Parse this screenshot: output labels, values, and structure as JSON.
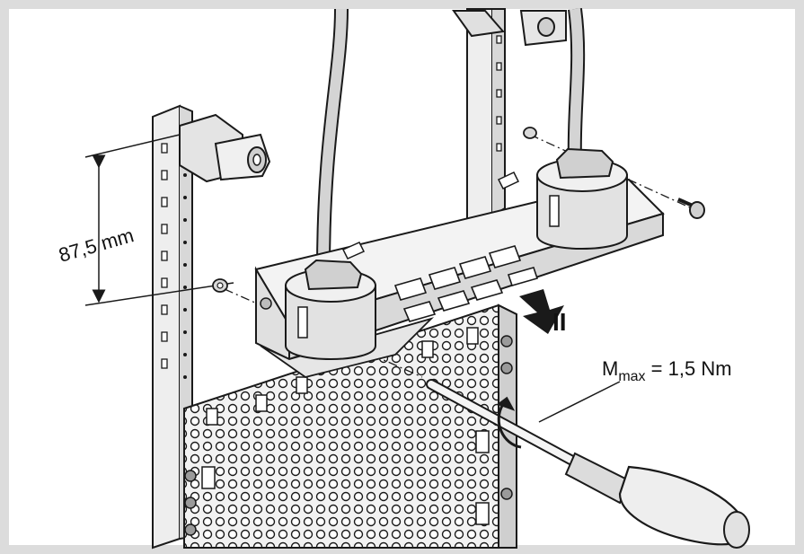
{
  "diagram": {
    "dimension_label": "87,5 mm",
    "torque_label": {
      "symbol": "M",
      "subscript": "max",
      "rest": " = 1,5 Nm"
    },
    "arrow_marker": "II",
    "colors": {
      "frame": "#dcdcdc",
      "line": "#1a1a1a",
      "metal": "#e9e9e9",
      "metal_dark": "#bdbdbd",
      "cable": "#d4d4d4"
    },
    "icons": [
      "mounting-rail-icon",
      "cable-gland-icon",
      "screw-icon",
      "nut-icon",
      "screwdriver-icon",
      "push-arrow-icon",
      "rotation-arrow-icon"
    ]
  }
}
